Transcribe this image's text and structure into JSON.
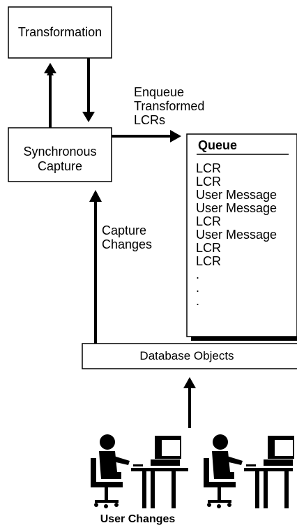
{
  "transformation_box": {
    "label": "Transformation"
  },
  "capture_box": {
    "label_line1": "Synchronous",
    "label_line2": "Capture"
  },
  "enqueue_label": {
    "line1": "Enqueue",
    "line2": "Transformed",
    "line3": "LCRs"
  },
  "capture_changes_label": {
    "line1": "Capture",
    "line2": "Changes"
  },
  "queue": {
    "title": "Queue",
    "items": [
      "LCR",
      "LCR",
      "User Message",
      "User Message",
      "LCR",
      "User Message",
      "LCR",
      "LCR",
      ".",
      ".",
      "."
    ]
  },
  "database_objects": {
    "label": "Database Objects"
  },
  "user_changes": {
    "label": "User Changes"
  }
}
